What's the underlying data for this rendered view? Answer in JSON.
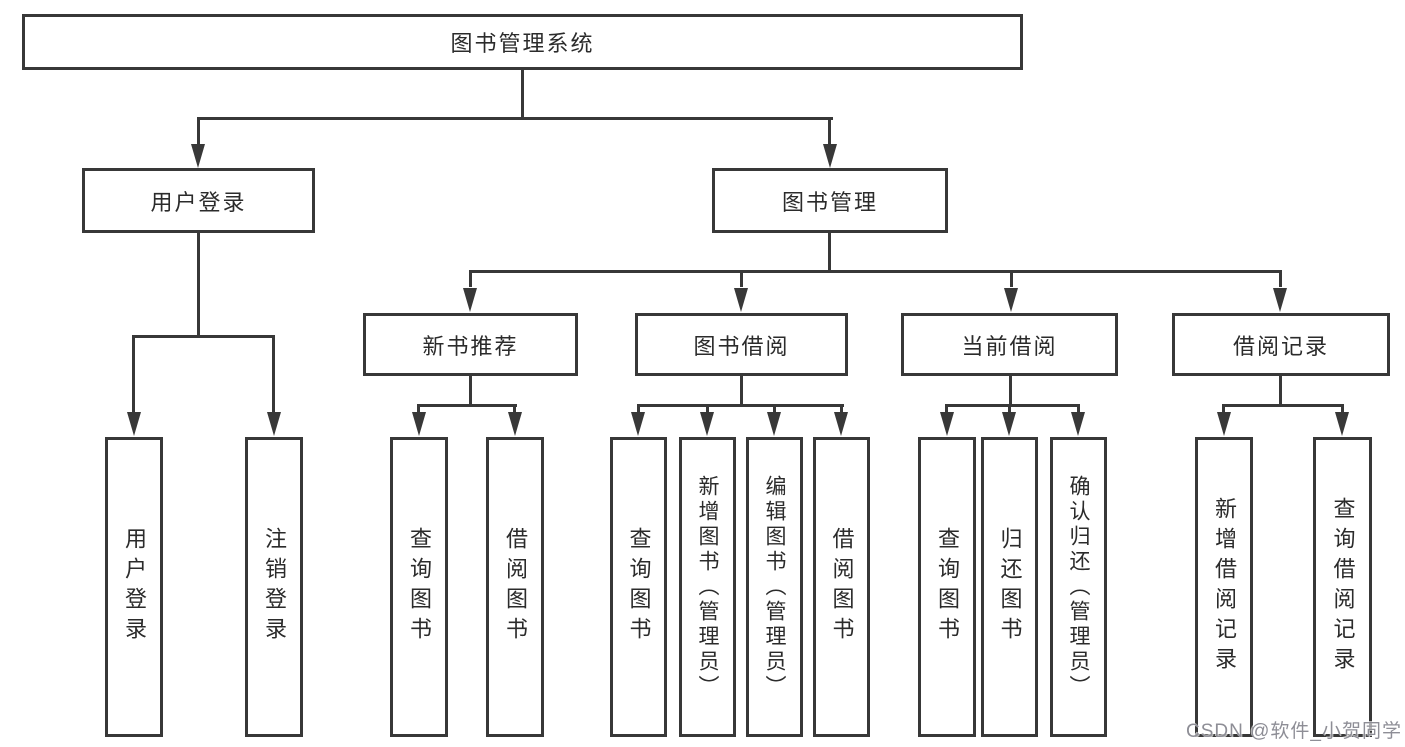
{
  "diagram_title": "图书管理系统",
  "nodes": [
    {
      "id": "root",
      "label": "图书管理系统",
      "level": 0,
      "parent": null
    },
    {
      "id": "user-login",
      "label": "用户登录",
      "level": 1,
      "parent": "root"
    },
    {
      "id": "book-management",
      "label": "图书管理",
      "level": 1,
      "parent": "root"
    },
    {
      "id": "new-book-recommend",
      "label": "新书推荐",
      "level": 2,
      "parent": "book-management"
    },
    {
      "id": "book-borrowing",
      "label": "图书借阅",
      "level": 2,
      "parent": "book-management"
    },
    {
      "id": "current-borrowing",
      "label": "当前借阅",
      "level": 2,
      "parent": "book-management"
    },
    {
      "id": "borrowing-records",
      "label": "借阅记录",
      "level": 2,
      "parent": "book-management"
    },
    {
      "id": "leaf-user-login",
      "label": "用户登录",
      "level": 3,
      "parent": "user-login"
    },
    {
      "id": "leaf-logout",
      "label": "注销登录",
      "level": 3,
      "parent": "user-login"
    },
    {
      "id": "leaf-query-books-1",
      "label": "查询图书",
      "level": 3,
      "parent": "new-book-recommend"
    },
    {
      "id": "leaf-borrow-books-1",
      "label": "借阅图书",
      "level": 3,
      "parent": "new-book-recommend"
    },
    {
      "id": "leaf-query-books-2",
      "label": "查询图书",
      "level": 3,
      "parent": "book-borrowing"
    },
    {
      "id": "leaf-add-books-admin",
      "label": "新增图书（管理员）",
      "level": 3,
      "parent": "book-borrowing"
    },
    {
      "id": "leaf-edit-books-admin",
      "label": "编辑图书（管理员）",
      "level": 3,
      "parent": "book-borrowing"
    },
    {
      "id": "leaf-borrow-books-2",
      "label": "借阅图书",
      "level": 3,
      "parent": "book-borrowing"
    },
    {
      "id": "leaf-query-books-3",
      "label": "查询图书",
      "level": 3,
      "parent": "current-borrowing"
    },
    {
      "id": "leaf-return-books",
      "label": "归还图书",
      "level": 3,
      "parent": "current-borrowing"
    },
    {
      "id": "leaf-confirm-return",
      "label": "确认归还（管理员）",
      "level": 3,
      "parent": "current-borrowing"
    },
    {
      "id": "leaf-add-borrow-record",
      "label": "新增借阅记录",
      "level": 3,
      "parent": "borrowing-records"
    },
    {
      "id": "leaf-query-borrow-record",
      "label": "查询借阅记录",
      "level": 3,
      "parent": "borrowing-records"
    }
  ],
  "watermark": {
    "text": "CSDN @软件_小贺同学"
  },
  "colors": {
    "line": "#383838",
    "text": "#2b2b2b",
    "background": "#ffffff",
    "watermark": "#8e8e96"
  }
}
